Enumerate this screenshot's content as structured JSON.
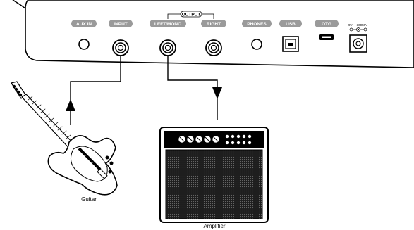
{
  "device": {
    "ports": [
      {
        "key": "aux_in",
        "label": "AUX IN"
      },
      {
        "key": "input",
        "label": "INPUT"
      },
      {
        "key": "left_mono",
        "label": "LEFT/MONO"
      },
      {
        "key": "right",
        "label": "RIGHT"
      },
      {
        "key": "phones",
        "label": "PHONES"
      },
      {
        "key": "usb",
        "label": "USB"
      },
      {
        "key": "otg",
        "label": "OTG"
      }
    ],
    "output_group_label": "OUTPUT",
    "power_rating": "9V ⎓ 300MA"
  },
  "guitar": {
    "label": "Guitar"
  },
  "amplifier": {
    "label": "Amplifier"
  },
  "colors": {
    "label_badge": "#9a9a9a",
    "line": "#000000",
    "grille": "#1a1a1a"
  }
}
